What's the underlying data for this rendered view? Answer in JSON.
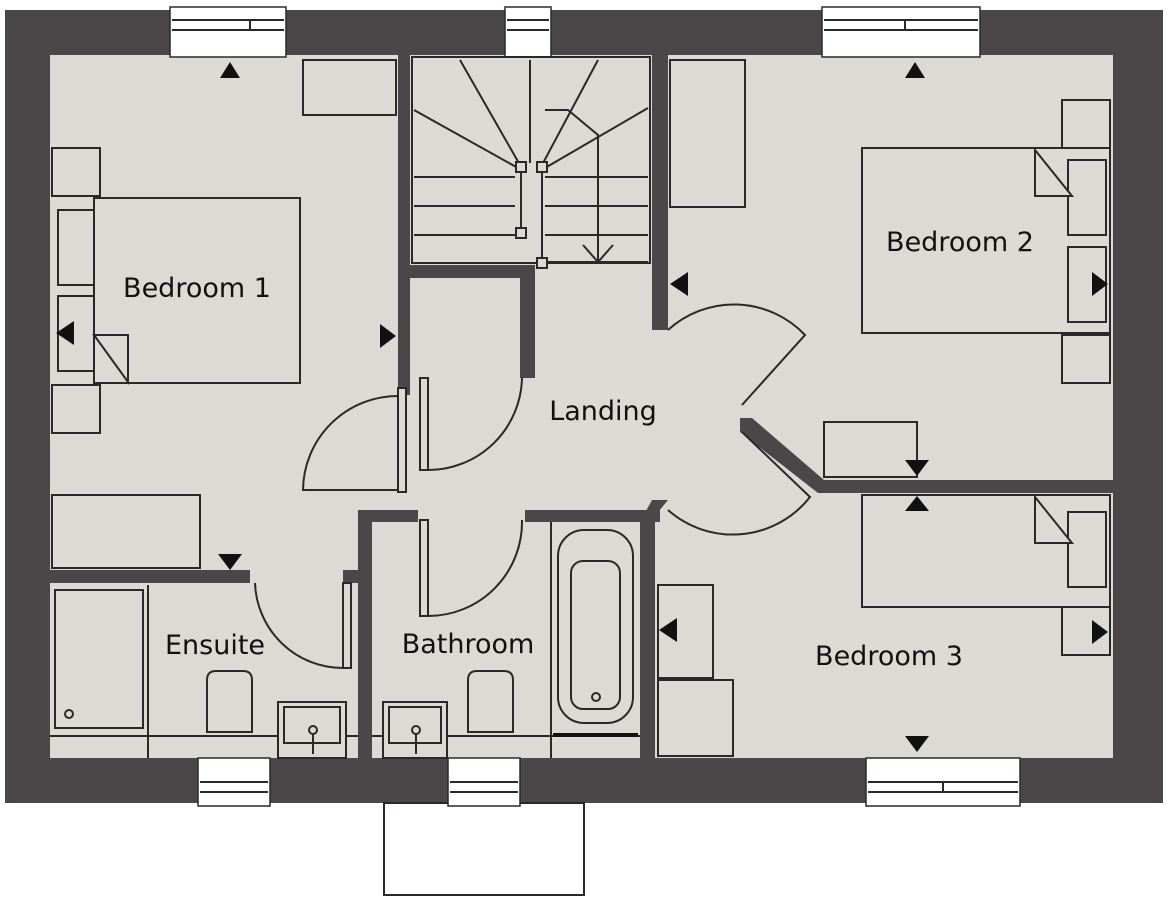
{
  "plan": {
    "rooms": {
      "bedroom1": "Bedroom 1",
      "bedroom2": "Bedroom 2",
      "bedroom3": "Bedroom 3",
      "landing": "Landing",
      "ensuite": "Ensuite",
      "bathroom": "Bathroom"
    },
    "colors": {
      "wall": "#4b4748",
      "floor": "#dcdad4",
      "line": "#2b2829"
    }
  }
}
